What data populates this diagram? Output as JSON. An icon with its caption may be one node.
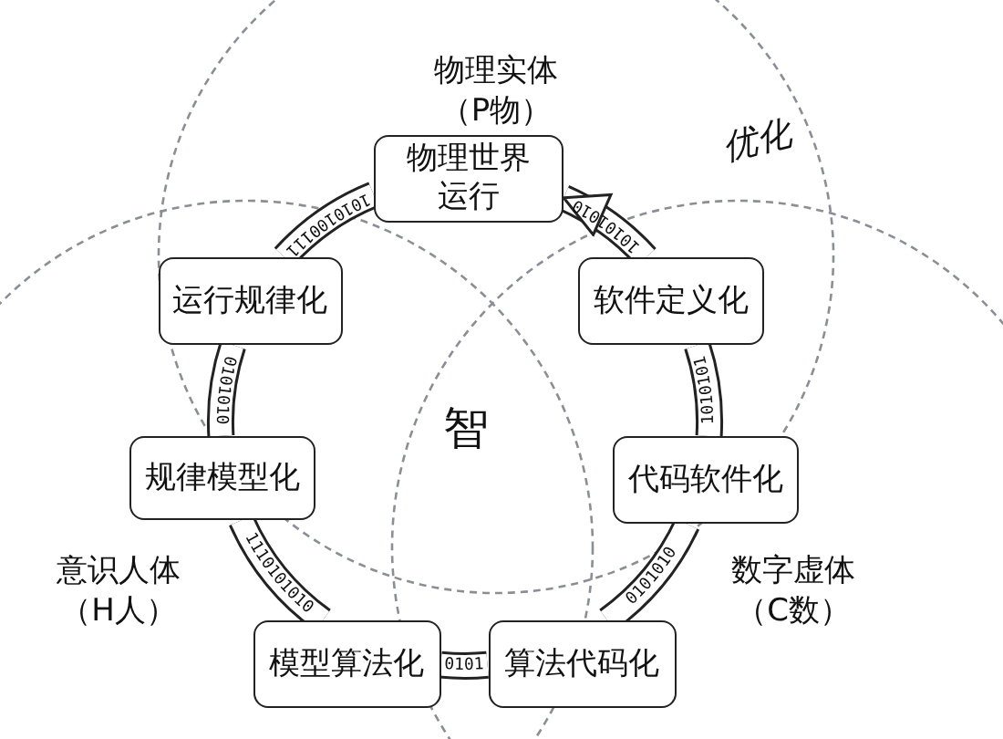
{
  "diagram": {
    "nodes": [
      {
        "text": [
          "物理世界运行"
        ]
      },
      {
        "text": [
          "运行规律化"
        ]
      },
      {
        "text": [
          "规律模型化"
        ]
      },
      {
        "text": [
          "模型算法化"
        ]
      },
      {
        "text": [
          "算法代码化"
        ]
      },
      {
        "text": [
          "代码软件化"
        ]
      },
      {
        "text": [
          "软件定义化"
        ]
      }
    ],
    "edges": [
      {
        "from": 0,
        "to": 1,
        "arrow": "none",
        "label": "1010100111"
      },
      {
        "from": 1,
        "to": 2,
        "arrow": "none",
        "label": "0101010"
      },
      {
        "from": 2,
        "to": 3,
        "arrow": "none",
        "label": "1110101010"
      },
      {
        "from": 3,
        "to": 4,
        "arrow": "none",
        "label": "0101"
      },
      {
        "from": 4,
        "to": 5,
        "arrow": "none",
        "label": "0101010"
      },
      {
        "from": 5,
        "to": 6,
        "arrow": "none",
        "label": "1010101"
      },
      {
        "from": 6,
        "to": 0,
        "arrow": "to",
        "label": "10101010"
      }
    ],
    "labels": [
      "物理实体（P物）",
      "优化",
      "智",
      "意识人体（H人）",
      "数字虚体（C数）"
    ]
  }
}
